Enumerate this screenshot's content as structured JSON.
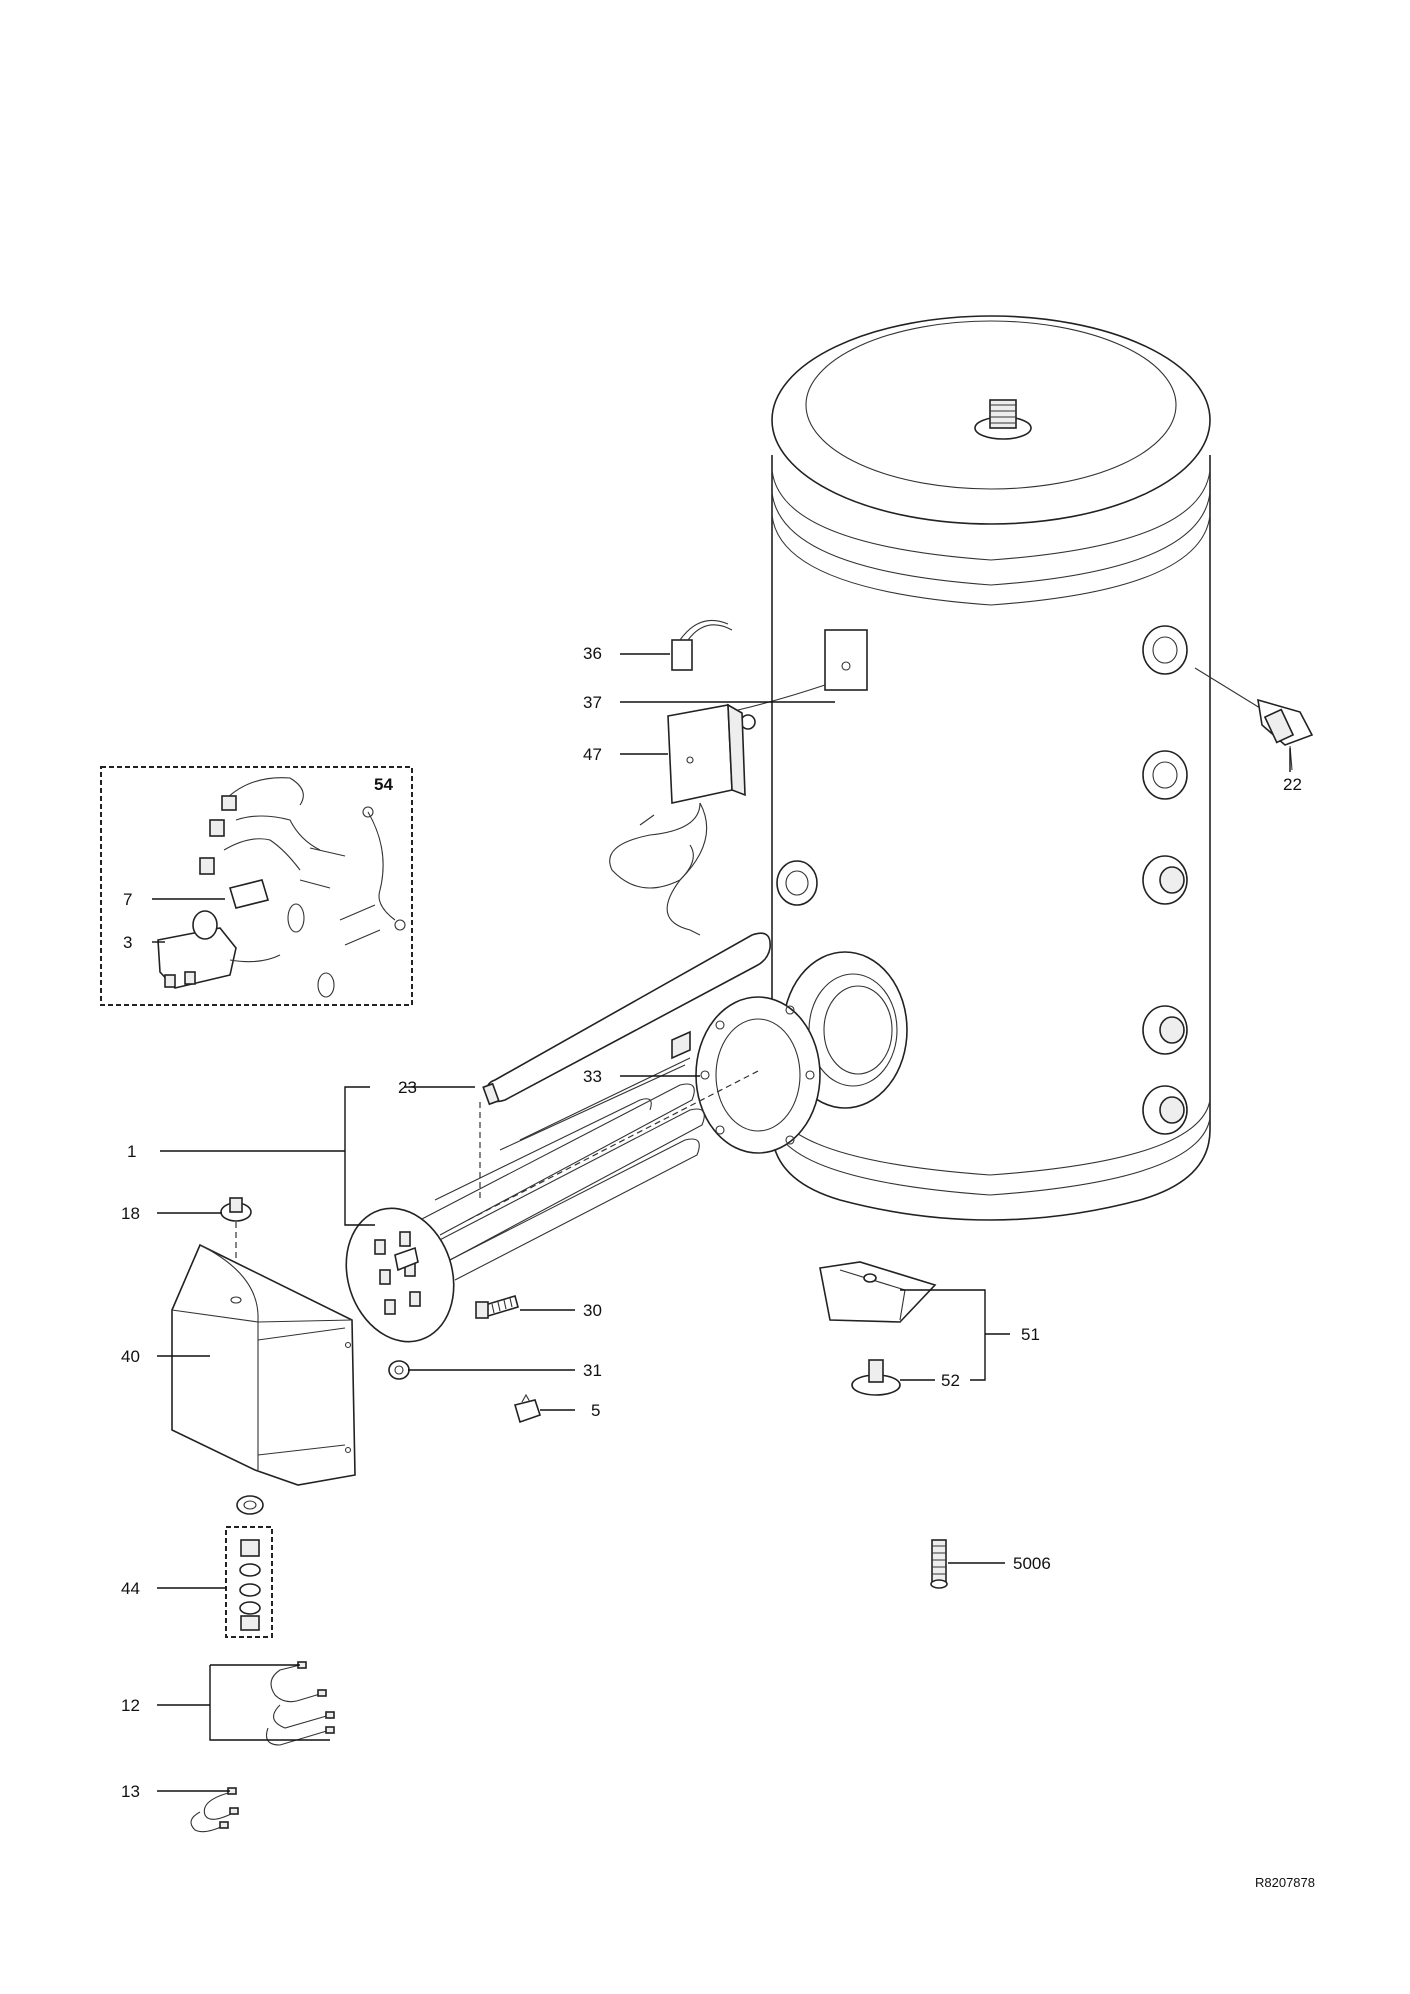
{
  "drawing_ref": "R8207878",
  "callouts": {
    "c1": "1",
    "c3": "3",
    "c5": "5",
    "c7": "7",
    "c12": "12",
    "c13": "13",
    "c18": "18",
    "c22": "22",
    "c23": "23",
    "c30": "30",
    "c31": "31",
    "c33": "33",
    "c36": "36",
    "c37": "37",
    "c40": "40",
    "c44": "44",
    "c47": "47",
    "c51": "51",
    "c52": "52",
    "c54": "54",
    "c5006": "5006"
  }
}
